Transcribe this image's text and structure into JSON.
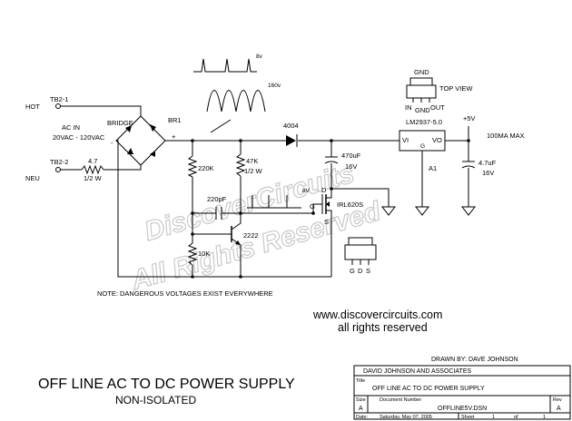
{
  "labels": {
    "tb2_1": "TB2-1",
    "hot": "HOT",
    "ac_in": "AC IN",
    "ac_range": "20VAC - 120VAC",
    "tb2_2": "TB2-2",
    "neu": "NEU",
    "r_in_value": "4.7",
    "r_in_power": "1/2 W",
    "bridge": "BRIDGE",
    "br1": "BR1",
    "plus": "+",
    "minus": "-",
    "wave_8v_top": "8v",
    "wave_160v": "160v",
    "diode": "4004",
    "r220k": "220K",
    "r47k": "47K",
    "r47k_power": "1/2 W",
    "c220pf": "220pF",
    "wave_8v_mid": "8V",
    "c470": "470uF",
    "c470_v": "16V",
    "d": "D",
    "g": "G",
    "s": "S",
    "mosfet": "IRL620S",
    "transistor": "2222",
    "r10k": "10K",
    "gnd_top": "GND",
    "top_view": "TOP VIEW",
    "pin_in": "IN",
    "pin_gnd": "GND",
    "pin_out": "OUT",
    "regulator": "LM2937-5.0",
    "vi": "VI",
    "vo": "VO",
    "g_pin": "G",
    "a1": "A1",
    "plus5v": "+5V",
    "max_current": "100MA MAX",
    "c47": "4.7uF",
    "c47_v": "16V",
    "pkg_g": "G",
    "pkg_d": "D",
    "pkg_s": "S",
    "note": "NOTE: DANGEROUS VOLTAGES EXIST EVERYWHERE"
  },
  "watermark": {
    "line1": "DiscoverCircuits",
    "line2": "All Rights Reserved"
  },
  "footer": {
    "url": "www.discovercircuits.com",
    "rights": "all rights reserved",
    "title": "OFF LINE AC TO DC POWER SUPPLY",
    "subtitle": "NON-ISOLATED"
  },
  "title_block": {
    "drawn_by": "DRAWN BY:  DAVE JOHNSON",
    "company": "DAVID JOHNSON AND ASSOCIATES",
    "title_cap": "Title",
    "title": "OFF LINE AC TO DC POWER SUPPLY",
    "size_cap": "Size",
    "size": "A",
    "docnum_cap": "Document Number",
    "docnum": "OFFLINE5V.DSN",
    "rev_cap": "Rev",
    "rev": "A",
    "date_cap": "Date:",
    "date": "Saturday, May 07, 2005",
    "sheet_cap": "Sheet",
    "sheet": "1",
    "of_cap": "of",
    "of": "1"
  }
}
